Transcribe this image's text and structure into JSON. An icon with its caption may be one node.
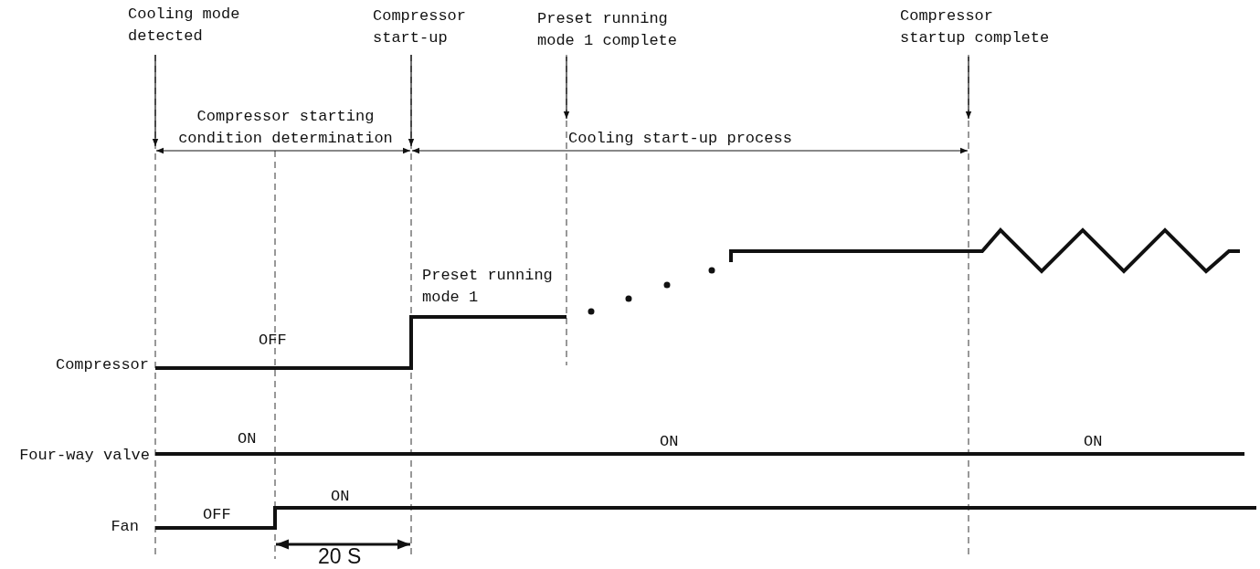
{
  "diagram": {
    "labels": [
      "Cooling mode detected",
      "Compressor start-up",
      "Preset running mode 1 complete",
      "Compressor startup complete",
      "Compressor starting condition determination",
      "Cooling start-up process",
      "Preset running mode 1",
      "OFF",
      "Compressor",
      "ON",
      "ON",
      "ON",
      "Four-way valve",
      "ON",
      "OFF",
      "Fan",
      "20 S"
    ]
  }
}
